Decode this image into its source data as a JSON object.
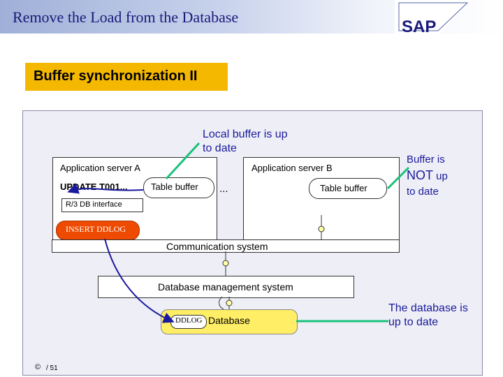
{
  "header": {
    "title": "Remove the Load from the Database",
    "logo_text": "SAP"
  },
  "subtitle": "Buffer synchronization II",
  "diagram": {
    "callout_local": "Local buffer is up to date",
    "server_a": {
      "label": "Application server A",
      "update": "UPDATE T001...",
      "buffer": "Table buffer",
      "db_interface": "R/3 DB interface"
    },
    "ellipsis": "...",
    "server_b": {
      "label": "Application server B",
      "buffer": "Table buffer"
    },
    "callout_not_1": "Buffer is",
    "callout_not_2": "NOT",
    "callout_not_3": "up",
    "callout_not_4": "to date",
    "insert": "INSERT DDLOG",
    "comm": "Communication system",
    "dbms": "Database management system",
    "ddlog": "DDLOG",
    "database": "Database",
    "callout_db": "The database is up to date"
  },
  "footer": {
    "copyright": "©",
    "page": "/ 51"
  },
  "colors": {
    "accent_orange": "#f5b800",
    "callout_green": "#19c27a",
    "arrow_blue": "#1a1aa0",
    "insert_red": "#ee4a00",
    "database_yellow": "#ffee66"
  }
}
